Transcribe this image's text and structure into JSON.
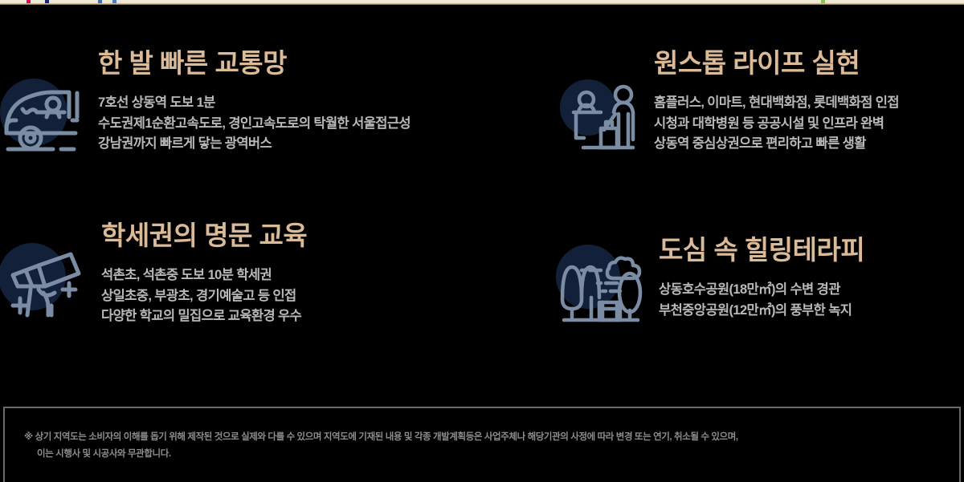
{
  "palette": {
    "background": "#000000",
    "title_color": "#dbba97",
    "body_color": "#b9b9b9",
    "icon_circle": "#122039",
    "icon_stroke": "#7b8da4",
    "divider": "#6b6b6b",
    "disclaimer_color": "#8d8d8d"
  },
  "features": [
    {
      "id": "traffic",
      "icon": "car-highway-icon",
      "title": "한 발 빠른 교통망",
      "lines": [
        "7호선 상동역 도보 1분",
        "수도권제1순환고속도로, 경인고속도로의 탁월한 서울접근성",
        "강남권까지 빠르게 닿는 광역버스"
      ]
    },
    {
      "id": "onestop-life",
      "icon": "shopping-cart-person-icon",
      "title": "원스톱 라이프 실현",
      "lines": [
        "홈플러스, 이마트, 현대백화점, 롯데백화점 인접",
        "시청과 대학병원 등 공공시설 및 인프라 완벽",
        "상동역 중심상권으로 편리하고 빠른 생활"
      ]
    },
    {
      "id": "education",
      "icon": "telescope-stars-icon",
      "title": "학세권의 명문 교육",
      "lines": [
        "석촌초, 석촌중 도보 10분 학세권",
        "상일초중, 부광초, 경기예술고 등 인접",
        "다양한 학교의 밀집으로 교육환경 우수"
      ]
    },
    {
      "id": "healing",
      "icon": "park-trees-bench-icon",
      "title": "도심 속 힐링테라피",
      "lines": [
        "상동호수공원(18만㎡)의 수변 경관",
        "부천중앙공원(12만㎡)의 풍부한 녹지"
      ]
    }
  ],
  "disclaimer": {
    "line1": "※ 상기 지역도는 소비자의 이해를 돕기 위해 제작된 것으로 실제와 다를 수  있으며 지역도에 기재된 내용 및 각종 개발계획등은 사업주체나 해당기관의  사정에 따라 변경 또는 연기, 취소될 수 있으며,",
    "line2": "이는 시행사 및 시공사와 무관합니다."
  }
}
